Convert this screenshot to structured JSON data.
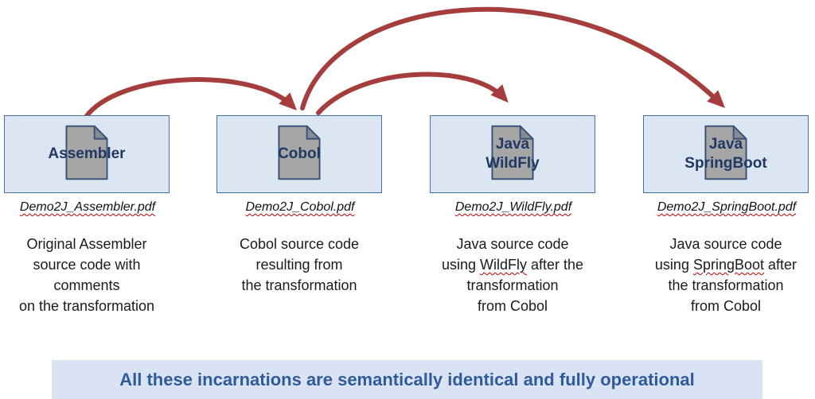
{
  "cards": [
    {
      "label": "Assembler",
      "filename": "Demo2J_Assembler.pdf",
      "desc": {
        "pre": "Original Assembler\nsource code with\ncomments\non the transformation",
        "word": "",
        "post": ""
      }
    },
    {
      "label": "Cobol",
      "filename": "Demo2J_Cobol.pdf",
      "desc": {
        "pre": "Cobol source code\nresulting from\nthe transformation",
        "word": "",
        "post": ""
      }
    },
    {
      "label": "Java\nWildFly",
      "filename": "Demo2J_WildFly.pdf",
      "desc": {
        "pre": "Java source code\nusing ",
        "word": "WildFly",
        "post": " after the\ntransformation\nfrom Cobol"
      }
    },
    {
      "label": "Java\nSpringBoot",
      "filename": "Demo2J_SpringBoot.pdf",
      "desc": {
        "pre": "Java source code\nusing ",
        "word": "SpringBoot",
        "post": " after\nthe transformation\nfrom Cobol"
      }
    }
  ],
  "arrows": [
    {
      "from": "Assembler",
      "to": "Cobol"
    },
    {
      "from": "Cobol",
      "to": "Java WildFly"
    },
    {
      "from": "Cobol",
      "to": "Java SpringBoot"
    }
  ],
  "banner": {
    "text": "All these incarnations are semantically identical and fully operational"
  },
  "colors": {
    "arrow": "#a43d3b",
    "box_fill": "#dce6f2",
    "box_border": "#4472a4",
    "icon_fill": "#a6a6a6",
    "icon_fold": "#878c93",
    "icon_outline": "#3a5277",
    "label": "#1f3864",
    "banner_bg": "#dae3f3",
    "banner_text": "#2f5b9b",
    "squiggle": "#c00000"
  }
}
